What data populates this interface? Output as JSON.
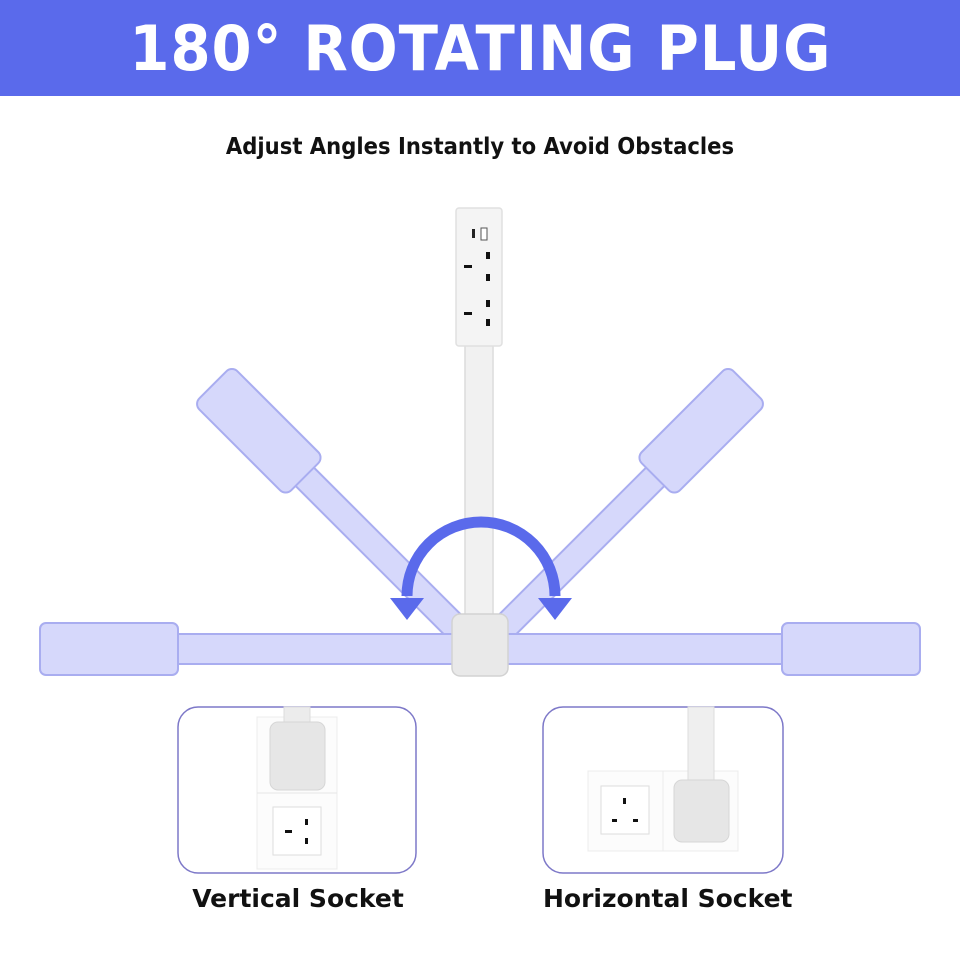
{
  "banner": {
    "title": "180° ROTATING PLUG",
    "background_color": "#5a6aeb",
    "text_color": "#ffffff"
  },
  "subtitle": "Adjust Angles Instantly to Avoid Obstacles",
  "illustration": {
    "rotation_degrees": 180,
    "arm_color": "#d6d8fb",
    "arm_border_color": "#a9adf0",
    "arrow_color": "#5a6aeb",
    "positions": [
      "horizontal-left",
      "diagonal-left",
      "vertical",
      "diagonal-right",
      "horizontal-right"
    ],
    "active_position": "vertical",
    "power_strip": {
      "usb_ports": [
        "usb-c-port",
        "usb-a-port"
      ],
      "outlet_count": 2,
      "outlet_type": "UK 3-pin"
    }
  },
  "panels": [
    {
      "caption": "Vertical Socket",
      "border_color": "#7d78c8"
    },
    {
      "caption": "Horizontal Socket",
      "border_color": "#7d78c8"
    }
  ]
}
